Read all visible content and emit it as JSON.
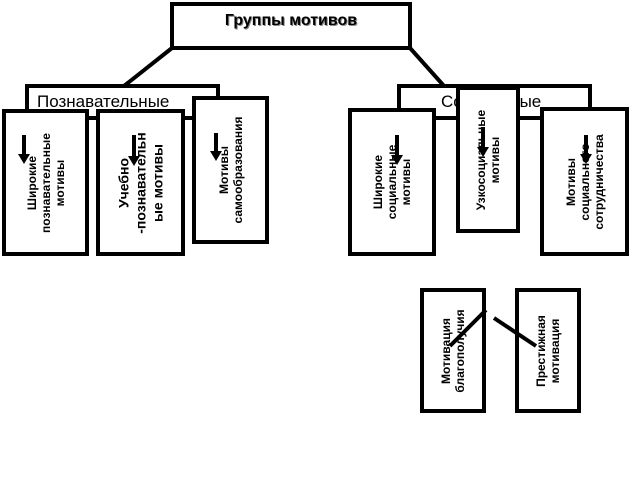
{
  "title": "Группы мотивов",
  "categories": [
    {
      "label": "Познавательные"
    },
    {
      "label": "Социальные"
    }
  ],
  "motives": {
    "broad_cognitive": [
      "Широкие",
      "познавательные",
      "мотивы"
    ],
    "educational_cognitive": [
      "Учебно",
      "-познавательн",
      "ые  мотивы"
    ],
    "self_education": [
      "Мотивы",
      "самообразования"
    ],
    "broad_social": [
      "Широкие",
      "социальные",
      "мотивы"
    ],
    "narrow_social": [
      "Узкосоциальные",
      "мотивы"
    ],
    "social_cooperation": [
      "Мотивы",
      "социального",
      "сотрудничества"
    ],
    "wellbeing": [
      "Мотивация",
      "благополучия"
    ],
    "prestige": [
      "Престижная",
      "мотивация"
    ]
  }
}
